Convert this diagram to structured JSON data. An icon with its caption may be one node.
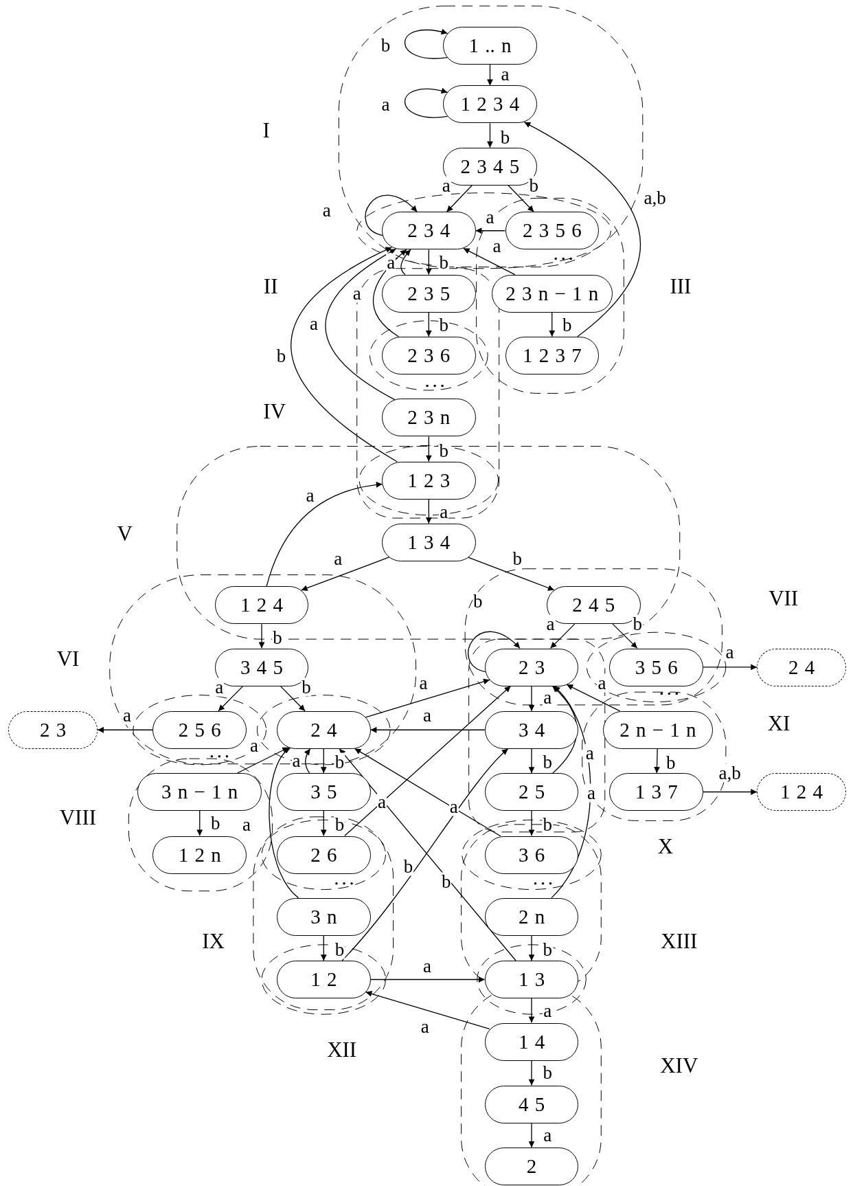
{
  "diagram": {
    "nodes": [
      {
        "text": [
          "1 .. n"
        ]
      },
      {
        "text": [
          "1 2 3 4"
        ]
      },
      {
        "text": [
          "2 3 4 5"
        ]
      },
      {
        "text": [
          "2 3 4"
        ]
      },
      {
        "text": [
          "2 3 5 6"
        ]
      },
      {
        "text": [
          "2 3 5"
        ]
      },
      {
        "text": [
          "2 3 n − 1 n"
        ]
      },
      {
        "text": [
          "2 3 6"
        ]
      },
      {
        "text": [
          "1 2 3 7"
        ]
      },
      {
        "text": [
          "2 3 n"
        ]
      },
      {
        "text": [
          "1 2 3"
        ]
      },
      {
        "text": [
          "1 3 4"
        ]
      },
      {
        "text": [
          "1 2 4"
        ]
      },
      {
        "text": [
          "2 4 5"
        ]
      },
      {
        "text": [
          "3 4 5"
        ]
      },
      {
        "text": [
          "2 3"
        ]
      },
      {
        "text": [
          "3 5 6"
        ]
      },
      {
        "text": [
          "2 4"
        ]
      },
      {
        "text": [
          "2 3"
        ]
      },
      {
        "text": [
          "2 5 6"
        ]
      },
      {
        "text": [
          "2 4"
        ]
      },
      {
        "text": [
          "3 4"
        ]
      },
      {
        "text": [
          "2 n − 1 n"
        ]
      },
      {
        "text": [
          "3 n − 1 n"
        ]
      },
      {
        "text": [
          "3 5"
        ]
      },
      {
        "text": [
          "2 5"
        ]
      },
      {
        "text": [
          "1 3 7"
        ]
      },
      {
        "text": [
          "1 2 4"
        ]
      },
      {
        "text": [
          "1 2 n"
        ]
      },
      {
        "text": [
          "2 6"
        ]
      },
      {
        "text": [
          "3 6"
        ]
      },
      {
        "text": [
          "3 n"
        ]
      },
      {
        "text": [
          "2 n"
        ]
      },
      {
        "text": [
          "1 2"
        ]
      },
      {
        "text": [
          "1 3"
        ]
      },
      {
        "text": [
          "1 4"
        ]
      },
      {
        "text": [
          "4 5"
        ]
      },
      {
        "text": [
          "2"
        ]
      }
    ],
    "edges": [
      {
        "from": 0,
        "to": 0,
        "arrow": "to",
        "label": "b"
      },
      {
        "from": 0,
        "to": 1,
        "arrow": "to",
        "label": "a"
      },
      {
        "from": 1,
        "to": 1,
        "arrow": "to",
        "label": "a"
      },
      {
        "from": 1,
        "to": 2,
        "arrow": "to",
        "label": "b"
      },
      {
        "from": 2,
        "to": 3,
        "arrow": "to",
        "label": "a"
      },
      {
        "from": 2,
        "to": 4,
        "arrow": "to",
        "label": "b"
      },
      {
        "from": 3,
        "to": 3,
        "arrow": "to",
        "label": "a"
      },
      {
        "from": 4,
        "to": 3,
        "arrow": "to",
        "label": "a"
      },
      {
        "from": 6,
        "to": 3,
        "arrow": "to",
        "label": "a"
      },
      {
        "from": 3,
        "to": 5,
        "arrow": "to",
        "label": "b"
      },
      {
        "from": 5,
        "to": 3,
        "arrow": "to",
        "label": "a"
      },
      {
        "from": 5,
        "to": 7,
        "arrow": "to",
        "label": "b"
      },
      {
        "from": 7,
        "to": 3,
        "arrow": "to",
        "label": "a"
      },
      {
        "from": 9,
        "to": 3,
        "arrow": "to",
        "label": "a"
      },
      {
        "from": 10,
        "to": 3,
        "arrow": "to",
        "label": "b"
      },
      {
        "from": 6,
        "to": 8,
        "arrow": "to",
        "label": "b"
      },
      {
        "from": 8,
        "to": 1,
        "arrow": "to",
        "label": "a,b"
      },
      {
        "from": 9,
        "to": 10,
        "arrow": "to",
        "label": "b"
      },
      {
        "from": 10,
        "to": 11,
        "arrow": "to",
        "label": "a"
      },
      {
        "from": 12,
        "to": 10,
        "arrow": "to",
        "label": "a"
      },
      {
        "from": 11,
        "to": 12,
        "arrow": "to",
        "label": "a"
      },
      {
        "from": 11,
        "to": 13,
        "arrow": "to",
        "label": "b"
      },
      {
        "from": 12,
        "to": 14,
        "arrow": "to",
        "label": "b"
      },
      {
        "from": 13,
        "to": 15,
        "arrow": "to",
        "label": "a"
      },
      {
        "from": 15,
        "to": 15,
        "arrow": "to",
        "label": "b"
      },
      {
        "from": 13,
        "to": 16,
        "arrow": "to",
        "label": "b"
      },
      {
        "from": 16,
        "to": 17,
        "arrow": "to",
        "label": "a"
      },
      {
        "from": 14,
        "to": 19,
        "arrow": "to",
        "label": "a"
      },
      {
        "from": 14,
        "to": 20,
        "arrow": "to",
        "label": "b"
      },
      {
        "from": 19,
        "to": 18,
        "arrow": "to",
        "label": "a"
      },
      {
        "from": 20,
        "to": 15,
        "arrow": "to",
        "label": "a"
      },
      {
        "from": 21,
        "to": 20,
        "arrow": "to",
        "label": "a"
      },
      {
        "from": 30,
        "to": 20,
        "arrow": "to",
        "label": "a"
      },
      {
        "from": 23,
        "to": 20,
        "arrow": "to",
        "label": "a"
      },
      {
        "from": 20,
        "to": 24,
        "arrow": "to",
        "label": "b"
      },
      {
        "from": 24,
        "to": 20,
        "arrow": "to",
        "label": "a"
      },
      {
        "from": 31,
        "to": 20,
        "arrow": "to",
        "label": "a"
      },
      {
        "from": 29,
        "to": 15,
        "arrow": "to",
        "label": "a"
      },
      {
        "from": 33,
        "to": 21,
        "arrow": "to",
        "label": "b"
      },
      {
        "from": 34,
        "to": 20,
        "arrow": "to",
        "label": "b"
      },
      {
        "from": 15,
        "to": 21,
        "arrow": "to",
        "label": "a"
      },
      {
        "from": 21,
        "to": 25,
        "arrow": "to",
        "label": "b"
      },
      {
        "from": 25,
        "to": 15,
        "arrow": "to",
        "label": "a"
      },
      {
        "from": 22,
        "to": 15,
        "arrow": "to",
        "label": "a"
      },
      {
        "from": 32,
        "to": 15,
        "arrow": "to",
        "label": "a"
      },
      {
        "from": 22,
        "to": 26,
        "arrow": "to",
        "label": "b"
      },
      {
        "from": 26,
        "to": 27,
        "arrow": "to",
        "label": "a,b"
      },
      {
        "from": 23,
        "to": 28,
        "arrow": "to",
        "label": "b"
      },
      {
        "from": 24,
        "to": 29,
        "arrow": "to",
        "label": "b"
      },
      {
        "from": 25,
        "to": 30,
        "arrow": "to",
        "label": "b"
      },
      {
        "from": 31,
        "to": 33,
        "arrow": "to",
        "label": "b"
      },
      {
        "from": 33,
        "to": 34,
        "arrow": "to",
        "label": "a"
      },
      {
        "from": 32,
        "to": 34,
        "arrow": "to",
        "label": "b"
      },
      {
        "from": 34,
        "to": 35,
        "arrow": "to",
        "label": "a"
      },
      {
        "from": 35,
        "to": 33,
        "arrow": "to",
        "label": "a"
      },
      {
        "from": 35,
        "to": 36,
        "arrow": "to",
        "label": "b"
      },
      {
        "from": 36,
        "to": 37,
        "arrow": "to",
        "label": "a"
      }
    ],
    "labels": [
      "I",
      "II",
      "III",
      "IV",
      "V",
      "VII",
      "VI",
      "XI",
      "VIII",
      "X",
      "IX",
      "XIII",
      "XII",
      "XIV"
    ]
  }
}
